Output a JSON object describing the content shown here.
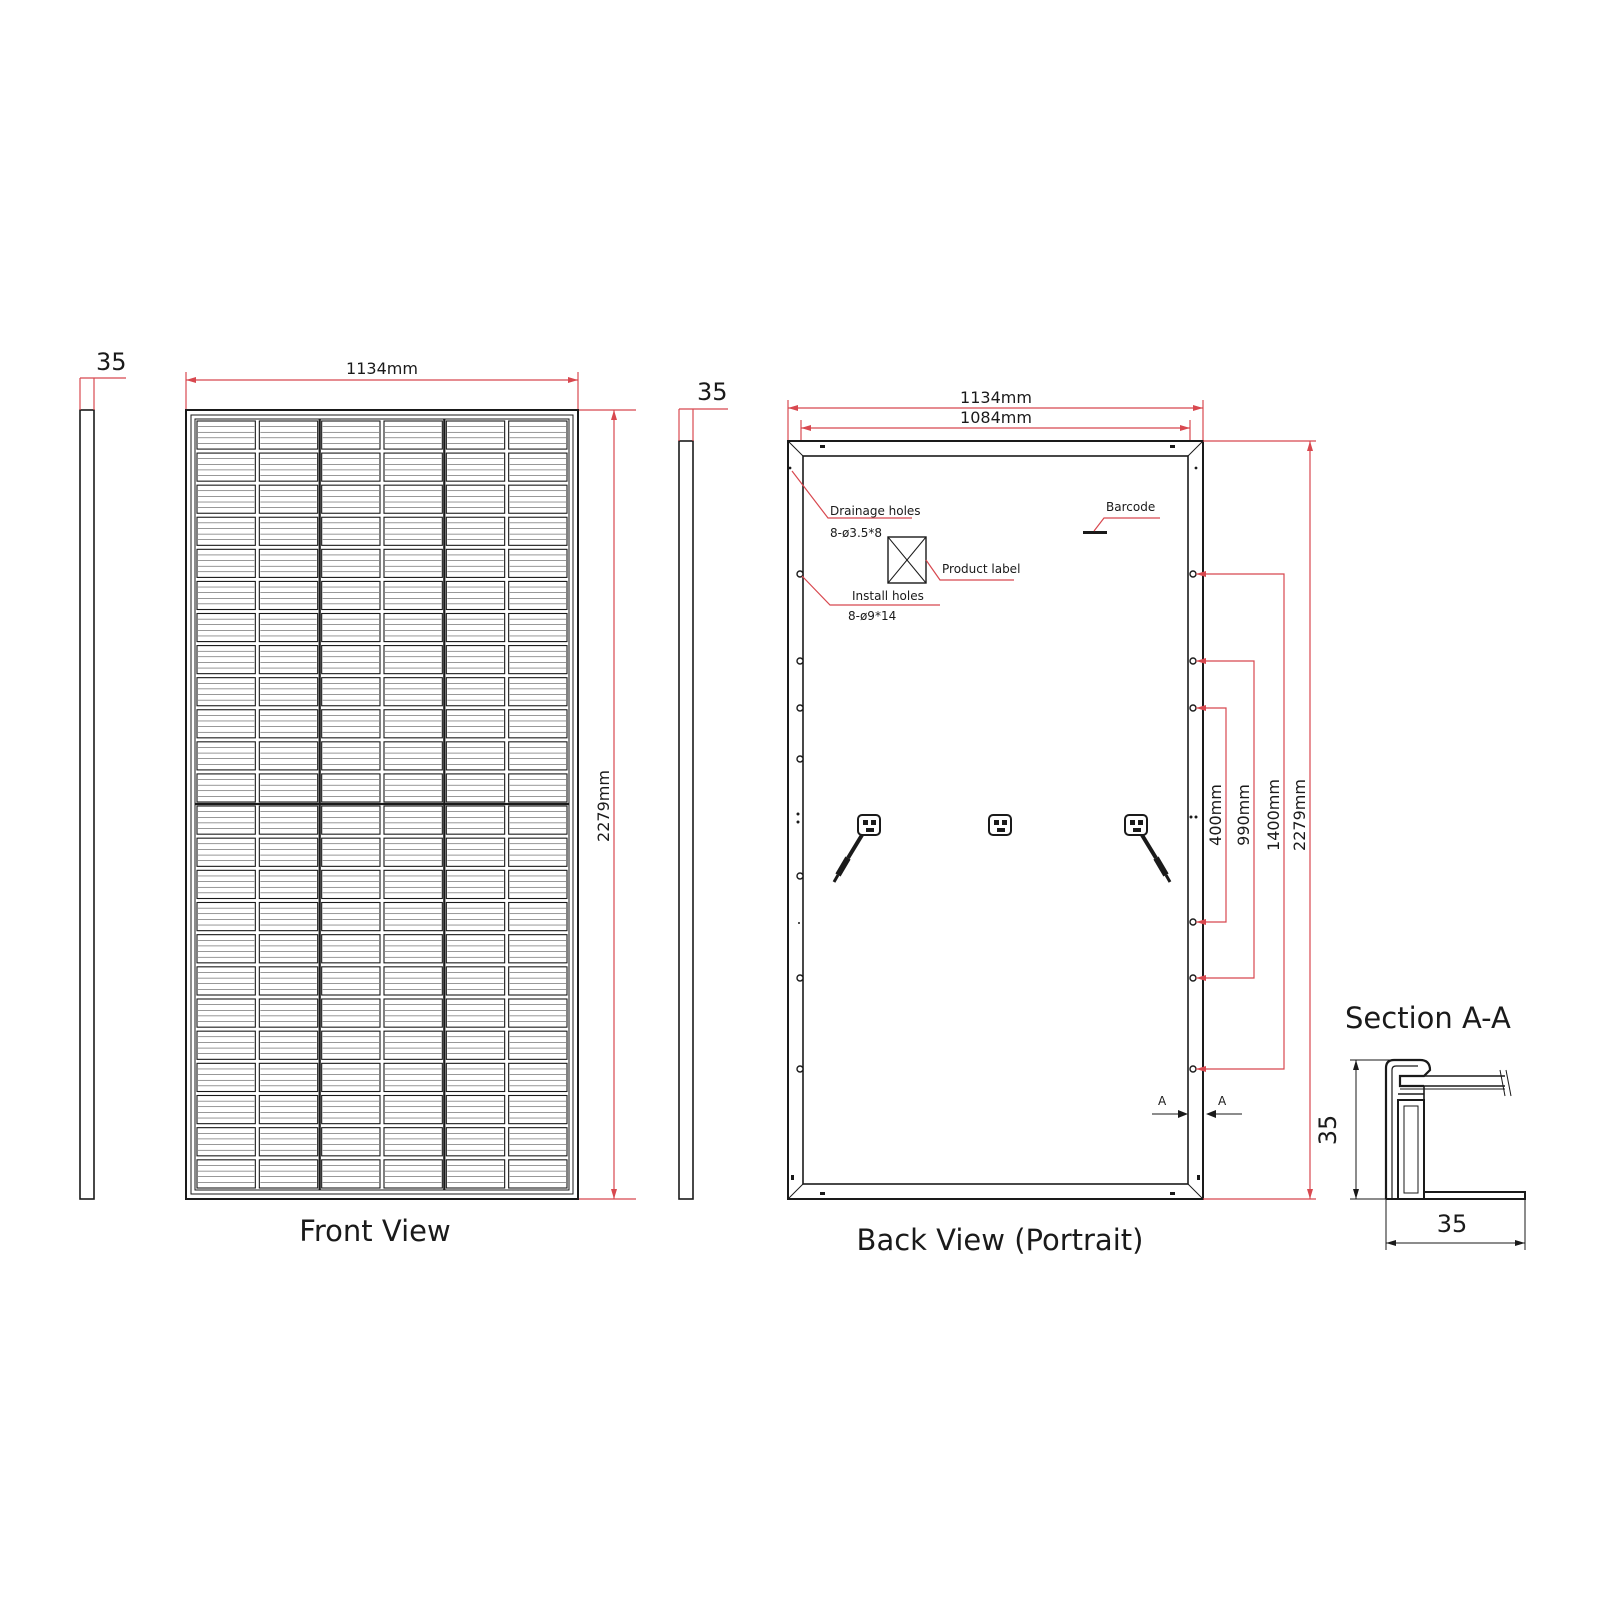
{
  "front_view": {
    "title": "Front View",
    "edge_thickness": "35",
    "width": "1134mm",
    "height": "2279mm",
    "cell_grid": {
      "columns": 6,
      "rows_per_half": 12,
      "halves": 2
    }
  },
  "back_view": {
    "title": "Back View (Portrait)",
    "edge_thickness": "35",
    "outer_width": "1134mm",
    "inner_width": "1084mm",
    "height": "2279mm",
    "hole_spacings": [
      "400mm",
      "990mm",
      "1400mm"
    ],
    "labels": {
      "drainage_holes": "Drainage holes",
      "drainage_spec": "8-ø3.5*8",
      "install_holes": "Install holes",
      "install_spec": "8-ø9*14",
      "product_label": "Product label",
      "barcode": "Barcode",
      "section_marker": "A"
    }
  },
  "section": {
    "title": "Section A-A",
    "height": "35",
    "width": "35"
  },
  "colors": {
    "line": "#1a1a1a",
    "dimension": "#d8484f",
    "background": "#ffffff"
  }
}
